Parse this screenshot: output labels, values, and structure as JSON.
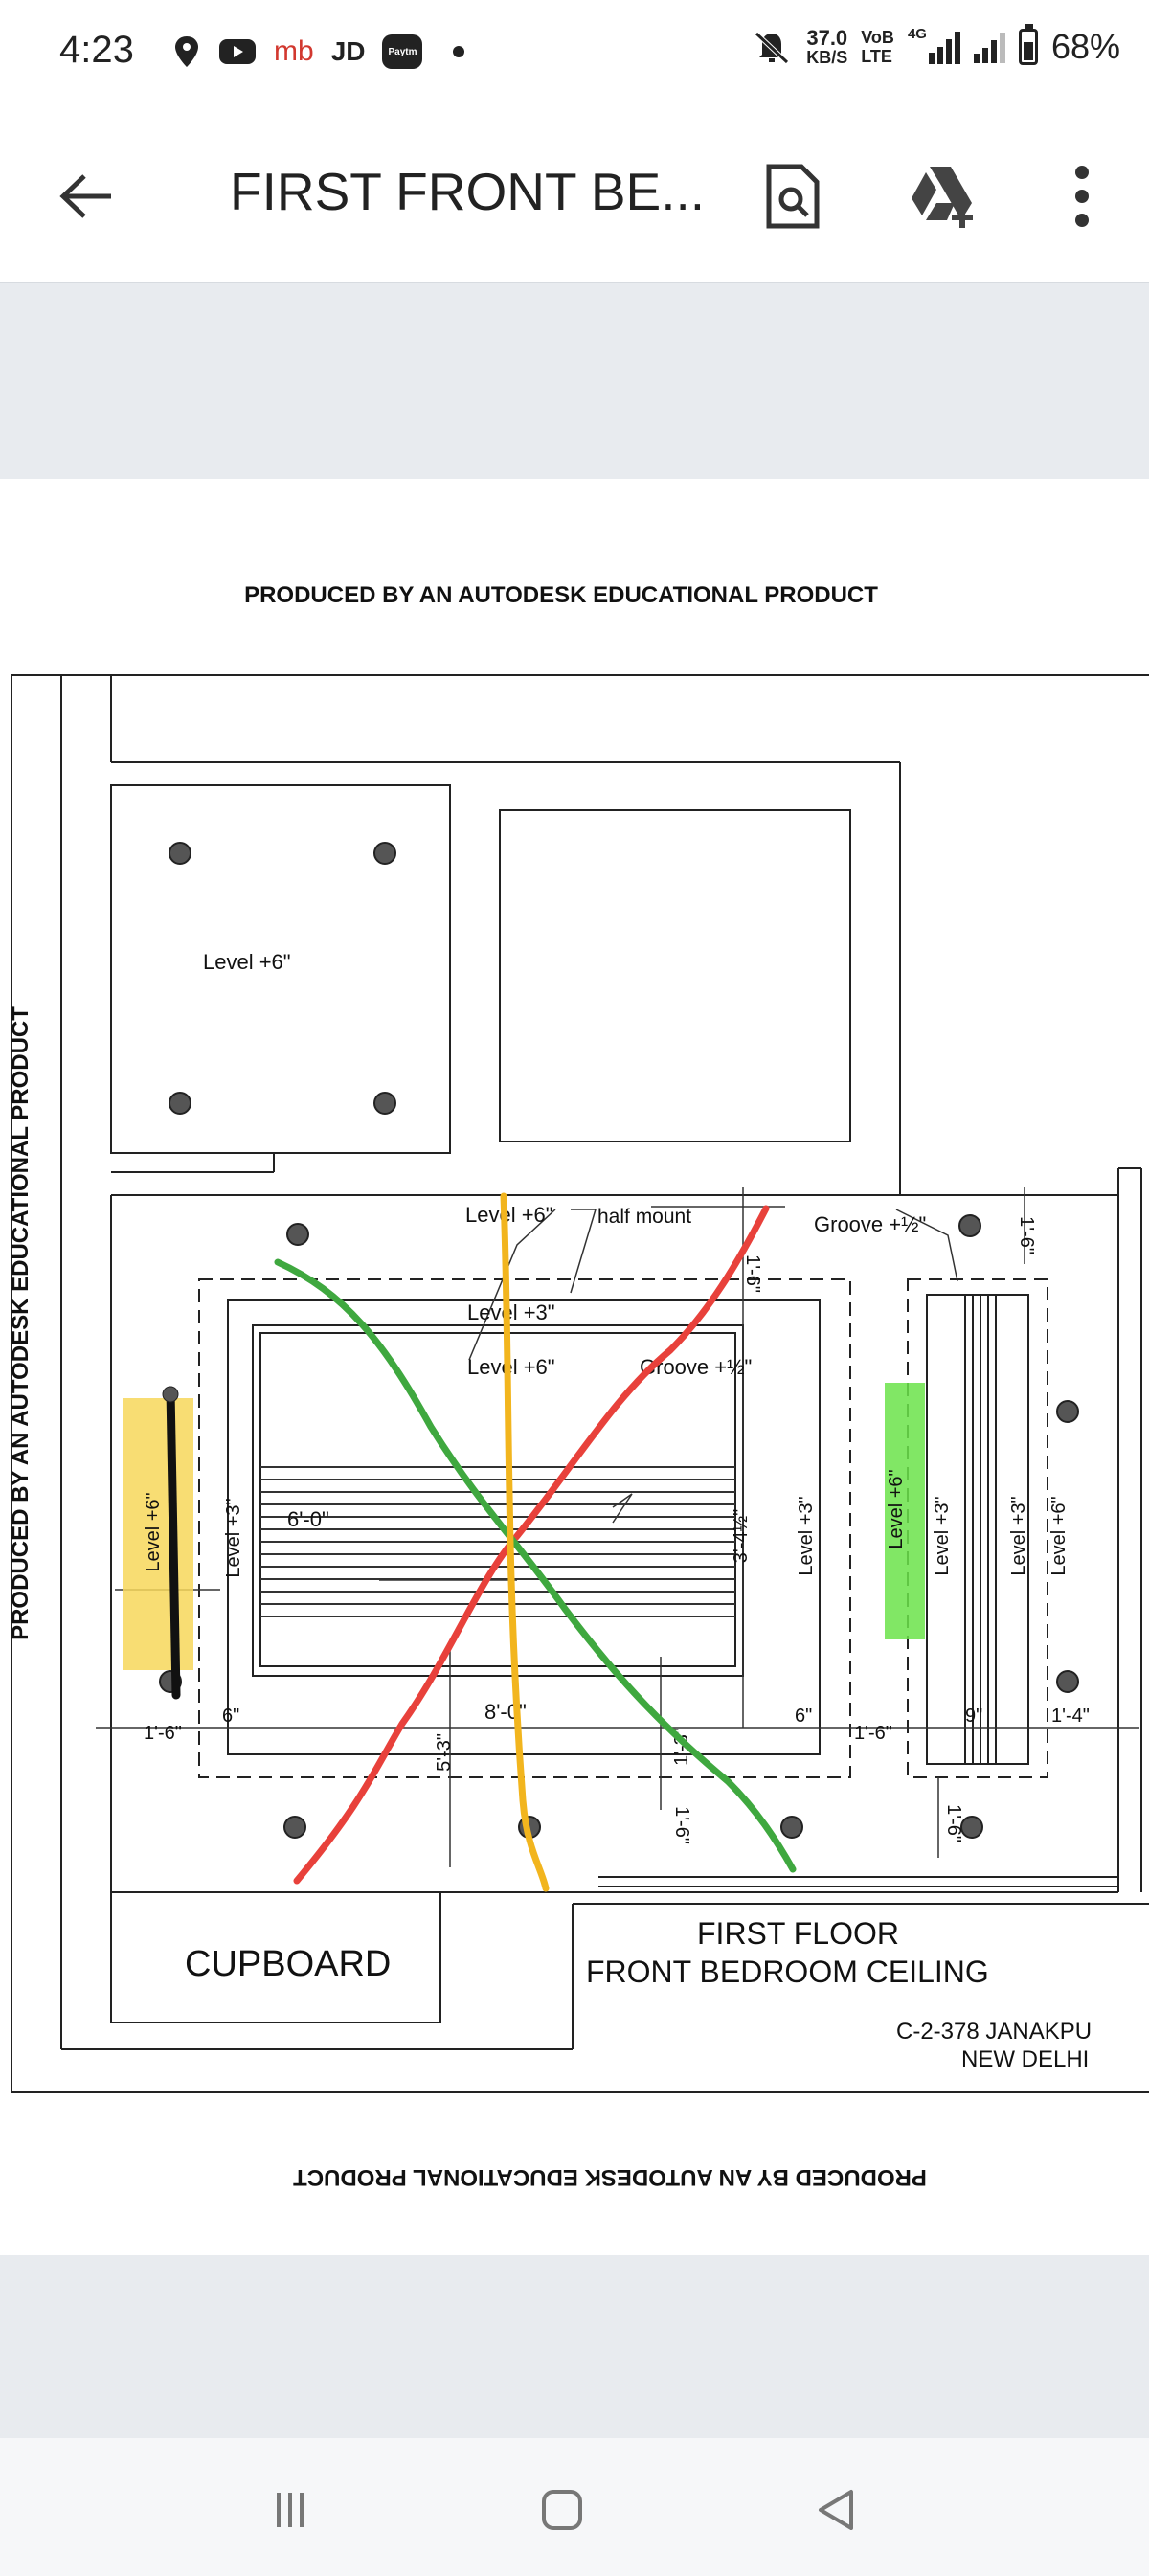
{
  "status_bar": {
    "time": "4:23",
    "app_badge_mb": "mb",
    "app_badge_jd": "JD",
    "app_badge_paytm": "Paytm",
    "speed_value": "37.0",
    "speed_unit": "KB/S",
    "volte_top": "VoB",
    "volte_bottom": "LTE",
    "network": "4G",
    "battery_percent": "68%",
    "battery_level": 0.68
  },
  "app_bar": {
    "title": "FIRST FRONT BE..."
  },
  "drawing": {
    "watermark_top": "PRODUCED BY AN AUTODESK EDUCATIONAL PRODUCT",
    "watermark_left": "PRODUCED BY AN AUTODESK EDUCATIONAL PRODUCT",
    "watermark_bottom": "PRODUCED BY AN AUTODESK EDUCATIONAL PRODUCT",
    "labels": {
      "level_6_upper_room": "Level +6\"",
      "level_6_top": "Level +6\"",
      "half_mount": "half mount",
      "groove_half_right": "Groove +½\"",
      "level_3_inner": "Level +3\"",
      "level_6_inner": "Level +6\"",
      "groove_half_inner": "Groove +½\"",
      "dim_6_0": "6'-0\"",
      "dim_8_0": "8'-0\"",
      "dim_5_3": "5'-3\"",
      "dim_1_3": "1'-3\"",
      "dim_3_4": "3'-4½\"",
      "dim_1_6_left": "1'-6\"",
      "dim_6_left": "6\"",
      "dim_6_right": "6\"",
      "dim_1_6_mid": "1'-6\"",
      "dim_9": "9\"",
      "dim_1_4": "1'-4\"",
      "dim_1_6_top_right": "1'-6\"",
      "dim_1_6_bottom": "1'-6\"",
      "dim_1_6_bottom_right": "1'-6\"",
      "dim_1_6_vertical": "1'-6\"",
      "level_3_left": "Level +3\"",
      "level_6_left_highlight": "Level +6\"",
      "level_3_right_mid": "Level +3\"",
      "level_6_right_highlight": "Level +6\"",
      "level_3_right_strip": "Level +3\"",
      "level_3_far_right": "Level +3\"",
      "level_6_far_right": "Level +6\"",
      "cupboard": "CUPBOARD",
      "title_line1": "FIRST FLOOR",
      "title_line2": "FRONT BEDROOM CEILING",
      "address_line1": "C-2-378 JANAKPU",
      "address_line2": "NEW DELHI"
    },
    "colors": {
      "red_mark": "#e8413b",
      "green_mark": "#3fa83f",
      "yellow_mark": "#f2b51e",
      "black_mark": "#111111",
      "highlight_yellow": "#f7d75a",
      "highlight_green": "#6be34a"
    }
  },
  "nav_bar": {
    "recent_icon": "recent-apps-icon",
    "home_icon": "home-icon",
    "back_icon": "back-triangle-icon"
  }
}
